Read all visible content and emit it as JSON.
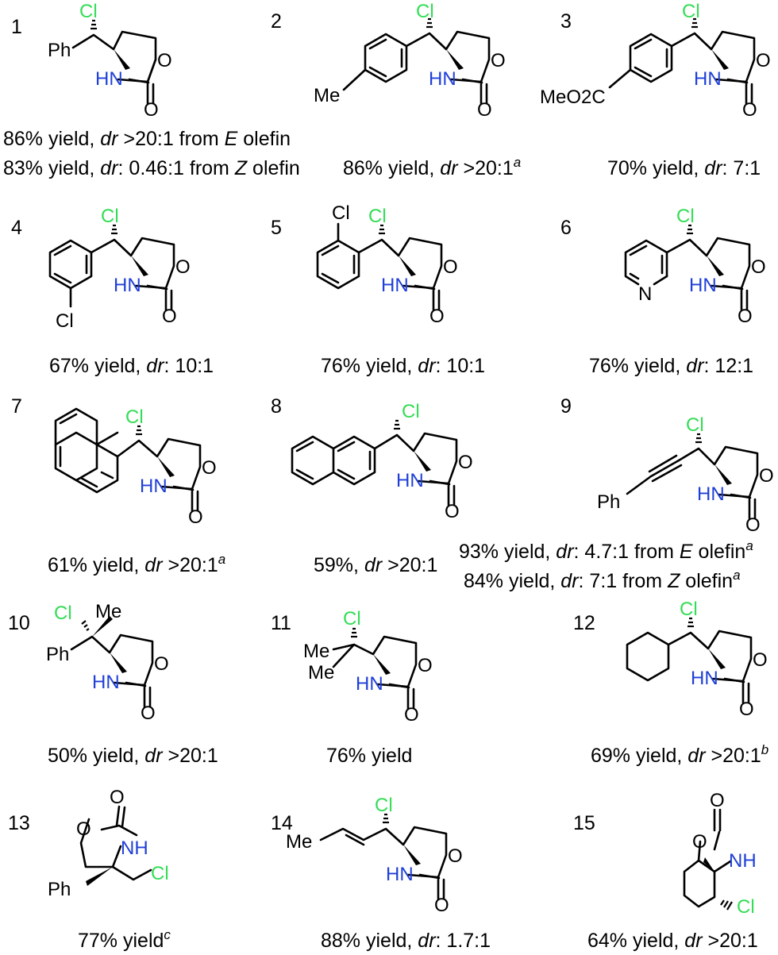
{
  "compounds": [
    {
      "number": "1",
      "caption": [
        "86% yield, ",
        "dr",
        " >20:1 from ",
        "E",
        " olefin"
      ],
      "caption2": [
        "83% yield, ",
        "dr",
        ": 0.46:1 from ",
        "Z",
        " olefin"
      ],
      "substituent": "Ph"
    },
    {
      "number": "2",
      "caption": [
        "86% yield, ",
        "dr",
        " >20:1",
        "a"
      ],
      "substituent": "Me"
    },
    {
      "number": "3",
      "caption": [
        "70% yield, ",
        "dr",
        ": 7:1"
      ],
      "substituent": "MeO2C"
    },
    {
      "number": "4",
      "caption": [
        "67% yield, ",
        "dr",
        ": 10:1"
      ],
      "substituent": "Cl"
    },
    {
      "number": "5",
      "caption": [
        "76% yield, ",
        "dr",
        ": 10:1"
      ],
      "substituent": "Cl"
    },
    {
      "number": "6",
      "caption": [
        "76% yield, ",
        "dr",
        ": 12:1"
      ],
      "substituent": "N"
    },
    {
      "number": "7",
      "caption": [
        "61% yield, ",
        "dr",
        " >20:1",
        "a"
      ]
    },
    {
      "number": "8",
      "caption": [
        "59%, ",
        "dr",
        " >20:1"
      ]
    },
    {
      "number": "9",
      "caption": [
        "93% yield, ",
        "dr",
        ": 4.7:1 from ",
        "E",
        " olefin",
        "a"
      ],
      "caption2": [
        "84% yield, ",
        "dr",
        ": 7:1 from ",
        "Z",
        " olefin",
        "a"
      ],
      "substituent": "Ph"
    },
    {
      "number": "10",
      "caption": [
        "50% yield, ",
        "dr",
        " >20:1"
      ],
      "substituent": [
        "Ph",
        "Me"
      ]
    },
    {
      "number": "11",
      "caption": [
        "76% yield"
      ],
      "substituent": [
        "Me",
        "Me"
      ]
    },
    {
      "number": "12",
      "caption": [
        "69% yield, ",
        "dr",
        " >20:1",
        "b"
      ]
    },
    {
      "number": "13",
      "caption": [
        "77% yield",
        "c"
      ],
      "substituent": "Ph"
    },
    {
      "number": "14",
      "caption": [
        "88% yield, ",
        "dr",
        ": 1.7:1"
      ],
      "substituent": "Me"
    },
    {
      "number": "15",
      "caption": [
        "64% yield, ",
        "dr",
        " >20:1"
      ]
    }
  ],
  "atoms": {
    "cl": "Cl",
    "hn": "HN",
    "nh": "NH",
    "o": "O",
    "n": "N",
    "me": "Me",
    "ph": "Ph"
  },
  "colors": {
    "chlorine": "#33dd55",
    "nitrogen": "#1f3fd8",
    "bond": "#000000"
  }
}
